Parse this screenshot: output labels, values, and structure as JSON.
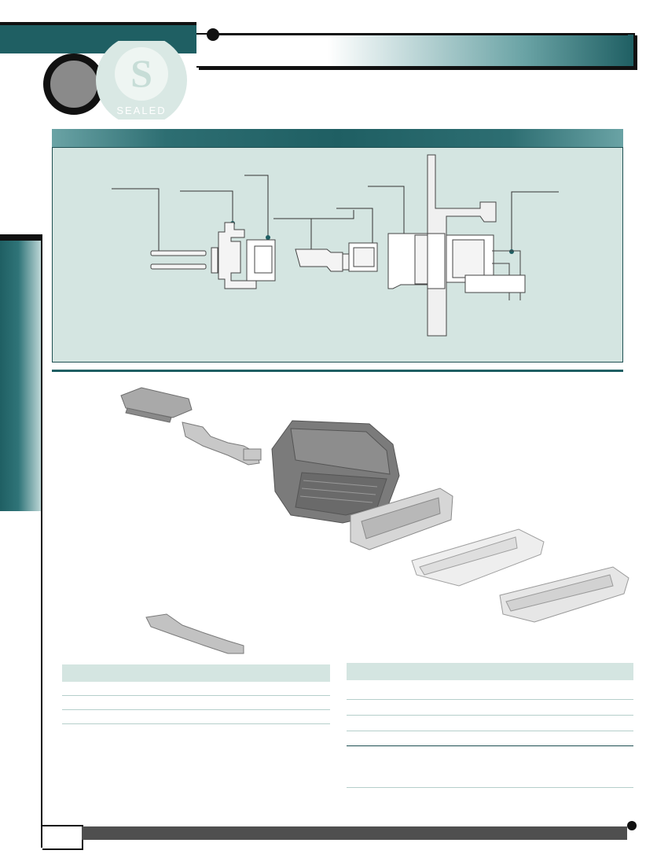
{
  "brand": {
    "logo_text": "SEALED",
    "logo_letter": "S",
    "accent_color": "#1f5f63",
    "panel_color": "#d4e5e1"
  },
  "diagram": {
    "callout_count": 8
  },
  "tables": {
    "left": {
      "header": "",
      "rows": [
        "",
        "",
        ""
      ]
    },
    "right": {
      "header": "",
      "rows": [
        "",
        "",
        "",
        ""
      ]
    }
  },
  "footer": {
    "page_number": ""
  }
}
